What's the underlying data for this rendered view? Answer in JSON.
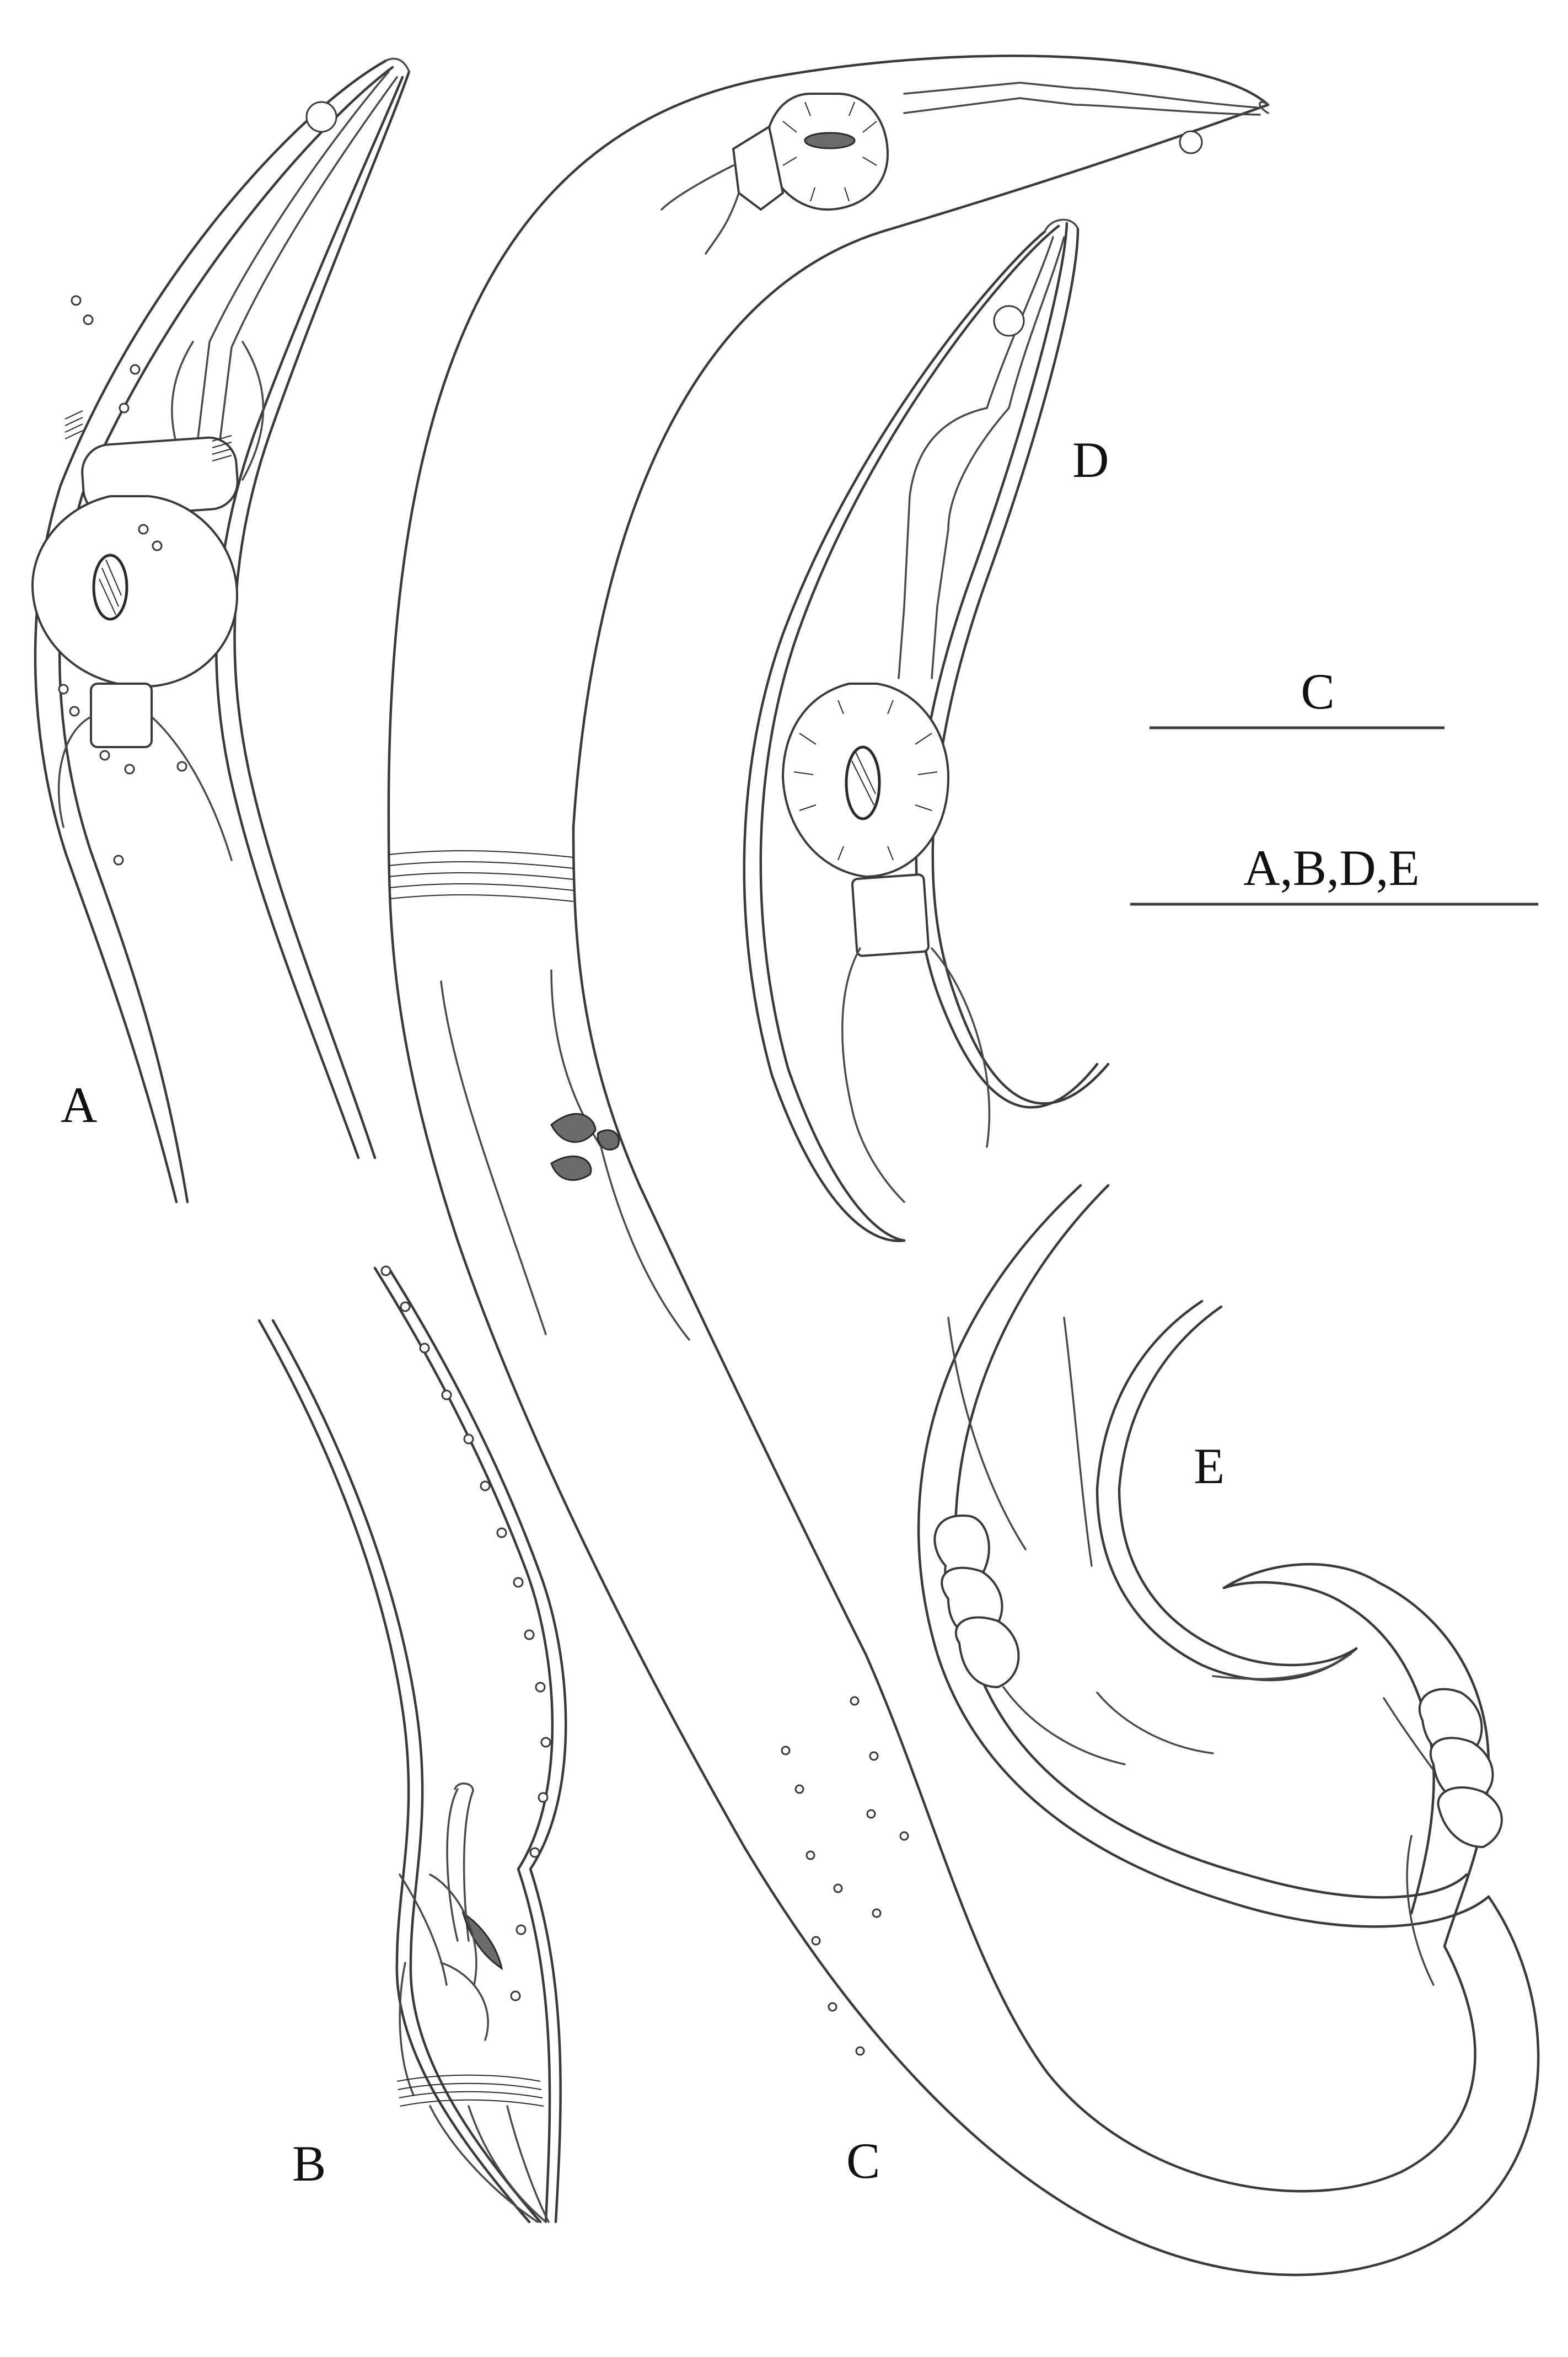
{
  "figures": [
    {
      "id": "A",
      "label": "A"
    },
    {
      "id": "B",
      "label": "B"
    },
    {
      "id": "C",
      "label": "C"
    },
    {
      "id": "D",
      "label": "D"
    },
    {
      "id": "E",
      "label": "E"
    }
  ],
  "scale_bars": [
    {
      "label": "C"
    },
    {
      "label": "A,B,D,E"
    }
  ]
}
